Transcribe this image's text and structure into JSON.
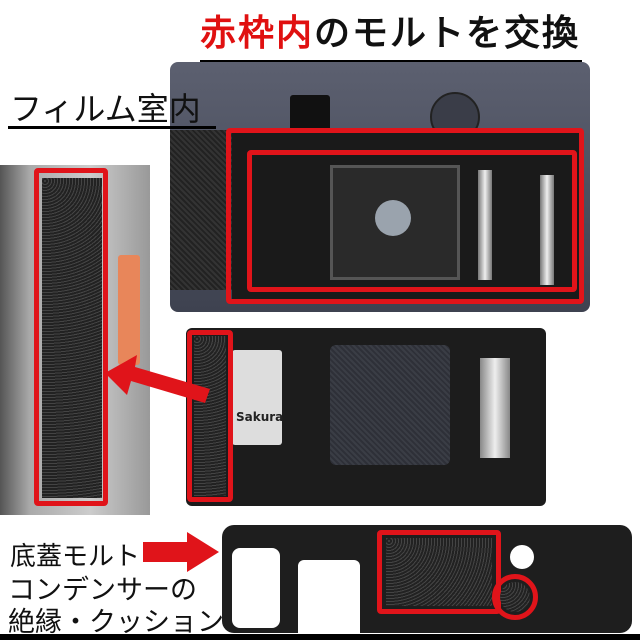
{
  "title": {
    "highlight": "赤枠内",
    "rest": "のモルトを交換"
  },
  "labels": {
    "film_chamber": "フィルム室内",
    "bottom_cover": "底蓋モルト",
    "condenser_line1": "コンデンサーの",
    "condenser_line2": "絶縁・クッション"
  },
  "photo_text": {
    "cartridge_brand": "Sakura"
  },
  "colors": {
    "highlight": "#e01010",
    "marker": "#e0141a"
  }
}
